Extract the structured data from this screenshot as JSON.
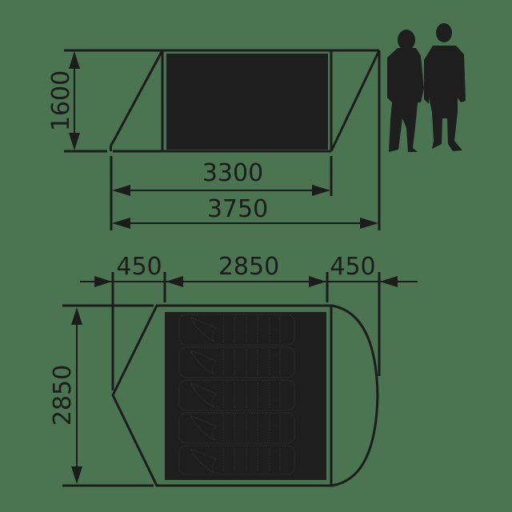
{
  "diagram": {
    "subject": "tent dimensions",
    "colors": {
      "background": "#4a7550",
      "line": "#1c1c1c",
      "inner_fill": "#1e1e1e"
    },
    "side_view": {
      "height_label": "1600",
      "inner_length_label": "3300",
      "outer_length_label": "3750",
      "figures": [
        "woman-silhouette",
        "man-silhouette"
      ]
    },
    "top_view": {
      "left_vestibule_label": "450",
      "inner_width_label": "2850",
      "right_vestibule_label": "450",
      "depth_label": "2850",
      "sleeping_bags": 5
    }
  }
}
